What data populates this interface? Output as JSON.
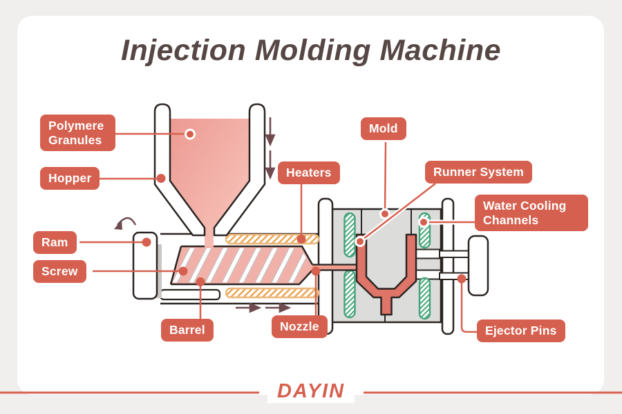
{
  "title": "Injection Molding Machine",
  "brand": {
    "logo_text": "DAYIN"
  },
  "colors": {
    "accent_red": "#d6604f",
    "title_brown": "#564745",
    "granules_pink": "#f2aba3",
    "melt_salmon": "#df7568",
    "mold_gray": "#dcdcdb",
    "cooling_green": "#45a379",
    "heater_orange": "#e9a554",
    "arrow_maroon": "#6f4a4f"
  },
  "diagram": {
    "labels": [
      {
        "id": "polymere-granules",
        "text": "Polymere Granules"
      },
      {
        "id": "hopper",
        "text": "Hopper"
      },
      {
        "id": "ram",
        "text": "Ram"
      },
      {
        "id": "screw",
        "text": "Screw"
      },
      {
        "id": "barrel",
        "text": "Barrel"
      },
      {
        "id": "heaters",
        "text": "Heaters"
      },
      {
        "id": "nozzle",
        "text": "Nozzle"
      },
      {
        "id": "mold",
        "text": "Mold"
      },
      {
        "id": "runner-system",
        "text": "Runner System"
      },
      {
        "id": "water-cooling-channels",
        "text": "Water Cooling Channels"
      },
      {
        "id": "ejector-pins",
        "text": "Ejector Pins"
      }
    ]
  }
}
